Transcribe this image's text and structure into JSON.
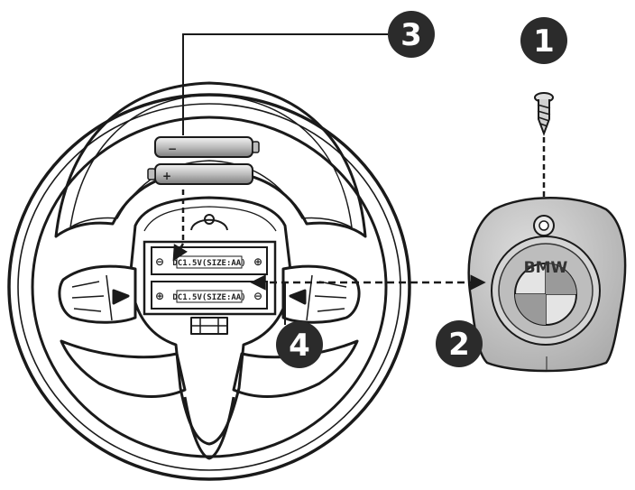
{
  "steps": [
    {
      "label": "1"
    },
    {
      "label": "2"
    },
    {
      "label": "3"
    },
    {
      "label": "4"
    }
  ],
  "battery_compartment": {
    "slot_labels": [
      "DC1.5V(SIZE:AA)",
      "DC1.5V(SIZE:AA)"
    ]
  },
  "batteries": [
    {
      "polarity": "−"
    },
    {
      "polarity": "+"
    }
  ],
  "polarity_marks": {
    "minus": "⊖",
    "plus": "⊕"
  },
  "horn_cover": {
    "logo_text": "BMW"
  },
  "colors": {
    "line": "#1a1a1a",
    "cover_fill": "#c9c9c9",
    "badge_fill": "#2b2b2b"
  }
}
